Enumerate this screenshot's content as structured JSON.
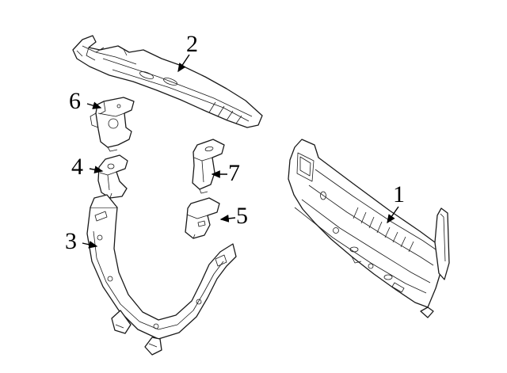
{
  "diagram": {
    "background_color": "#ffffff",
    "line_color": "#1a1a1a",
    "callouts": [
      {
        "label": "1"
      },
      {
        "label": "2"
      },
      {
        "label": "3"
      },
      {
        "label": "4"
      },
      {
        "label": "5"
      },
      {
        "label": "6"
      },
      {
        "label": "7"
      }
    ]
  }
}
